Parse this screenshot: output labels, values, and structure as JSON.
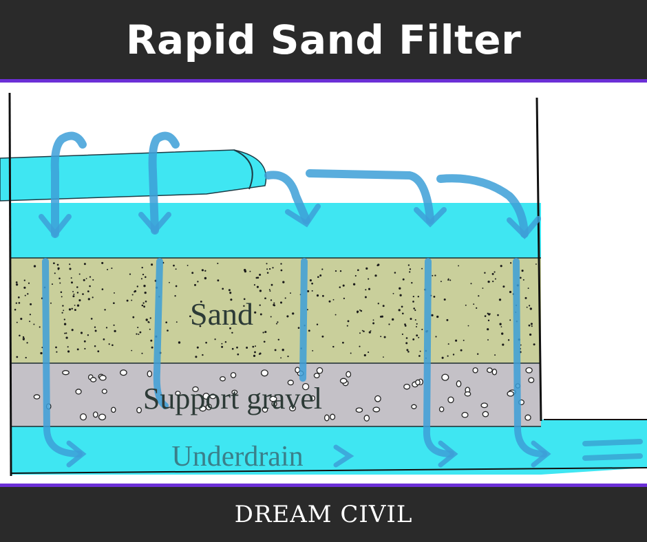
{
  "header": {
    "title": "Rapid Sand Filter"
  },
  "diagram": {
    "layers": [
      {
        "key": "water",
        "label": ""
      },
      {
        "key": "sand",
        "label": "Sand"
      },
      {
        "key": "gravel",
        "label": "Support gravel"
      },
      {
        "key": "underdrain",
        "label": "Underdrain"
      }
    ],
    "colors": {
      "water": "#3fe6f2",
      "water_dark": "#3aa9d6",
      "sand": "#c9cf9b",
      "gravel": "#c4c1c7",
      "arrow": "#3d9fd8",
      "wall": "#111111",
      "label": "#2c3a36",
      "underdrain_label": "#3a7f8a"
    }
  },
  "footer": {
    "brand": "DREAM CIVIL"
  },
  "theme": {
    "bar": "#2a2a2a",
    "accent": "#6b2fd6"
  }
}
